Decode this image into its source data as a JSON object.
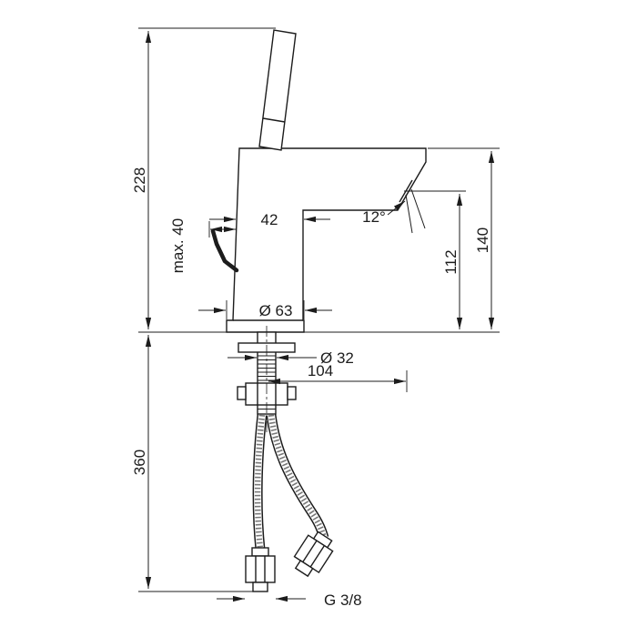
{
  "page": {
    "background": "#ffffff",
    "ink": "#1c1c1c"
  },
  "drawing": {
    "type": "technical-dimension-drawing",
    "subject": "single-hole basin mixer faucet, side elevation with installation dimensions",
    "labels": {
      "total_height": "228",
      "handle_clearance": "max. 40",
      "spout_body_width": "42",
      "spray_angle": "12°",
      "outlet_height": "112",
      "spout_top_height": "140",
      "base_diameter": "Ø 63",
      "shank_diameter": "Ø 32",
      "spout_reach": "104",
      "hose_drop": "360",
      "connection_thread": "G 3/8"
    }
  }
}
